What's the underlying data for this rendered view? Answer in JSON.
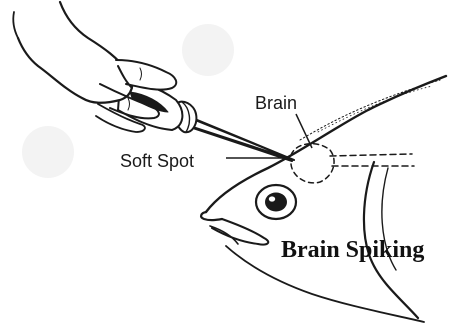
{
  "figure": {
    "labels": {
      "brain": "Brain",
      "soft_spot": "Soft Spot"
    },
    "caption": "Brain Spiking"
  },
  "colors": {
    "ink": "#1a1a1a",
    "background": "#ffffff",
    "smudge": "#f2f2f2"
  }
}
